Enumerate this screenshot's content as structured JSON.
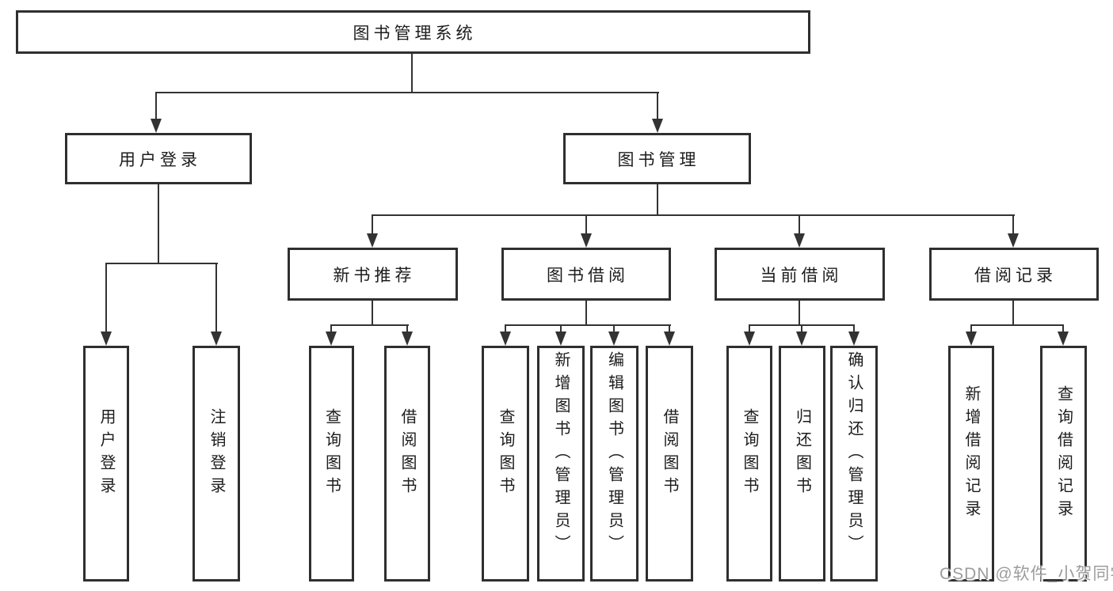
{
  "tree": {
    "label": "图书管理系统",
    "children": [
      {
        "label": "用户登录",
        "children": [
          {
            "label": "用户登录"
          },
          {
            "label": "注销登录"
          }
        ]
      },
      {
        "label": "图书管理",
        "children": [
          {
            "label": "新书推荐",
            "children": [
              {
                "label": "查询图书"
              },
              {
                "label": "借阅图书"
              }
            ]
          },
          {
            "label": "图书借阅",
            "children": [
              {
                "label": "查询图书"
              },
              {
                "label": "新增图书（管理员）"
              },
              {
                "label": "编辑图书（管理员）"
              },
              {
                "label": "借阅图书"
              }
            ]
          },
          {
            "label": "当前借阅",
            "children": [
              {
                "label": "查询图书"
              },
              {
                "label": "归还图书"
              },
              {
                "label": "确认归还（管理员）"
              }
            ]
          },
          {
            "label": "借阅记录",
            "children": [
              {
                "label": "新增借阅记录"
              },
              {
                "label": "查询借阅记录"
              }
            ]
          }
        ]
      }
    ]
  },
  "watermark": "CSDN @软件_小贺同学",
  "colors": {
    "background": "#ffffff",
    "line": "#333333",
    "border": "#2f2f2f",
    "text": "#1c1c1c",
    "watermark": "#9c9c9c"
  }
}
